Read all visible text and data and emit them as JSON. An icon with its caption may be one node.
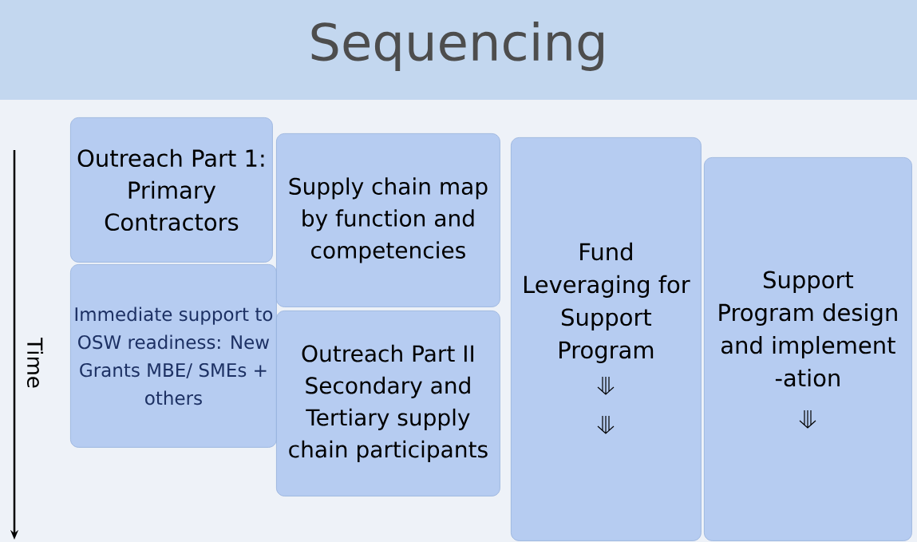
{
  "diagram": {
    "title": "Sequencing",
    "nodes": [
      {
        "text": [
          "Outreach Part 1: Primary Contractors"
        ]
      },
      {
        "text": [
          "Immediate support to OSW readiness: New Grants MBE/ SMEs + others"
        ]
      },
      {
        "text": [
          "Supply chain map by function and competencies"
        ]
      },
      {
        "text": [
          "Outreach Part II Secondary and Tertiary supply chain participants"
        ]
      },
      {
        "text": [
          "Fund Leveraging for Support Program"
        ]
      },
      {
        "text": [
          "Support Program design and implement -ation"
        ]
      }
    ],
    "labels": [
      "Time"
    ]
  }
}
